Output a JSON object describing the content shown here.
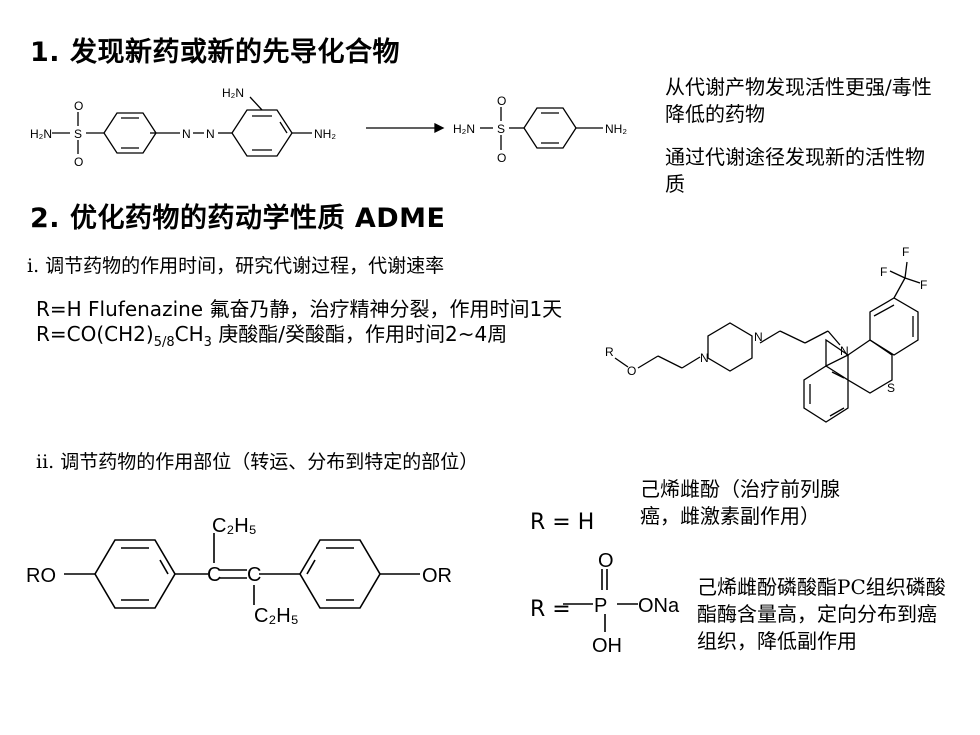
{
  "heading1": "1. 发现新药或新的先导化合物",
  "heading2": "2. 优化药物的药动学性质 ADME",
  "note_top_1": "从代谢产物发现活性更强/毒性降低的药物",
  "note_top_2": "通过代谢途径发现新的活性物质",
  "item_i": "i. 调节药物的作用时间，研究代谢过程，代谢速率",
  "item_i_line1": "R=H Flufenazine 氟奋乃静，治疗精神分裂，作用时间1天",
  "item_i_line2": {
    "pre": "R=CO(CH2)",
    "sub1": "5/8",
    "mid": "CH",
    "sub2": "3",
    "post": " 庚酸酯/癸酸酯，作用时间2~4周"
  },
  "item_ii": "ii. 调节药物的作用部位（转运、分布到特定的部位）",
  "r_h": "R = H",
  "r_p": "R =",
  "note_des": "己烯雌酚（治疗前列腺癌，雌激素副作用）",
  "note_desp": "己烯雌酚磷酸酯PC组织磷酸酯酶含量高，定向分布到癌组织，降低副作用",
  "struct_labels": {
    "h2n": "H₂N",
    "nh2": "NH₂",
    "o": "O",
    "s": "S",
    "n": "N",
    "ro": "RO",
    "or": "OR",
    "c2h5": "C₂H₅",
    "c": "C",
    "r": "R",
    "f": "F",
    "ona": "ONa",
    "oh": "OH",
    "p": "P"
  }
}
